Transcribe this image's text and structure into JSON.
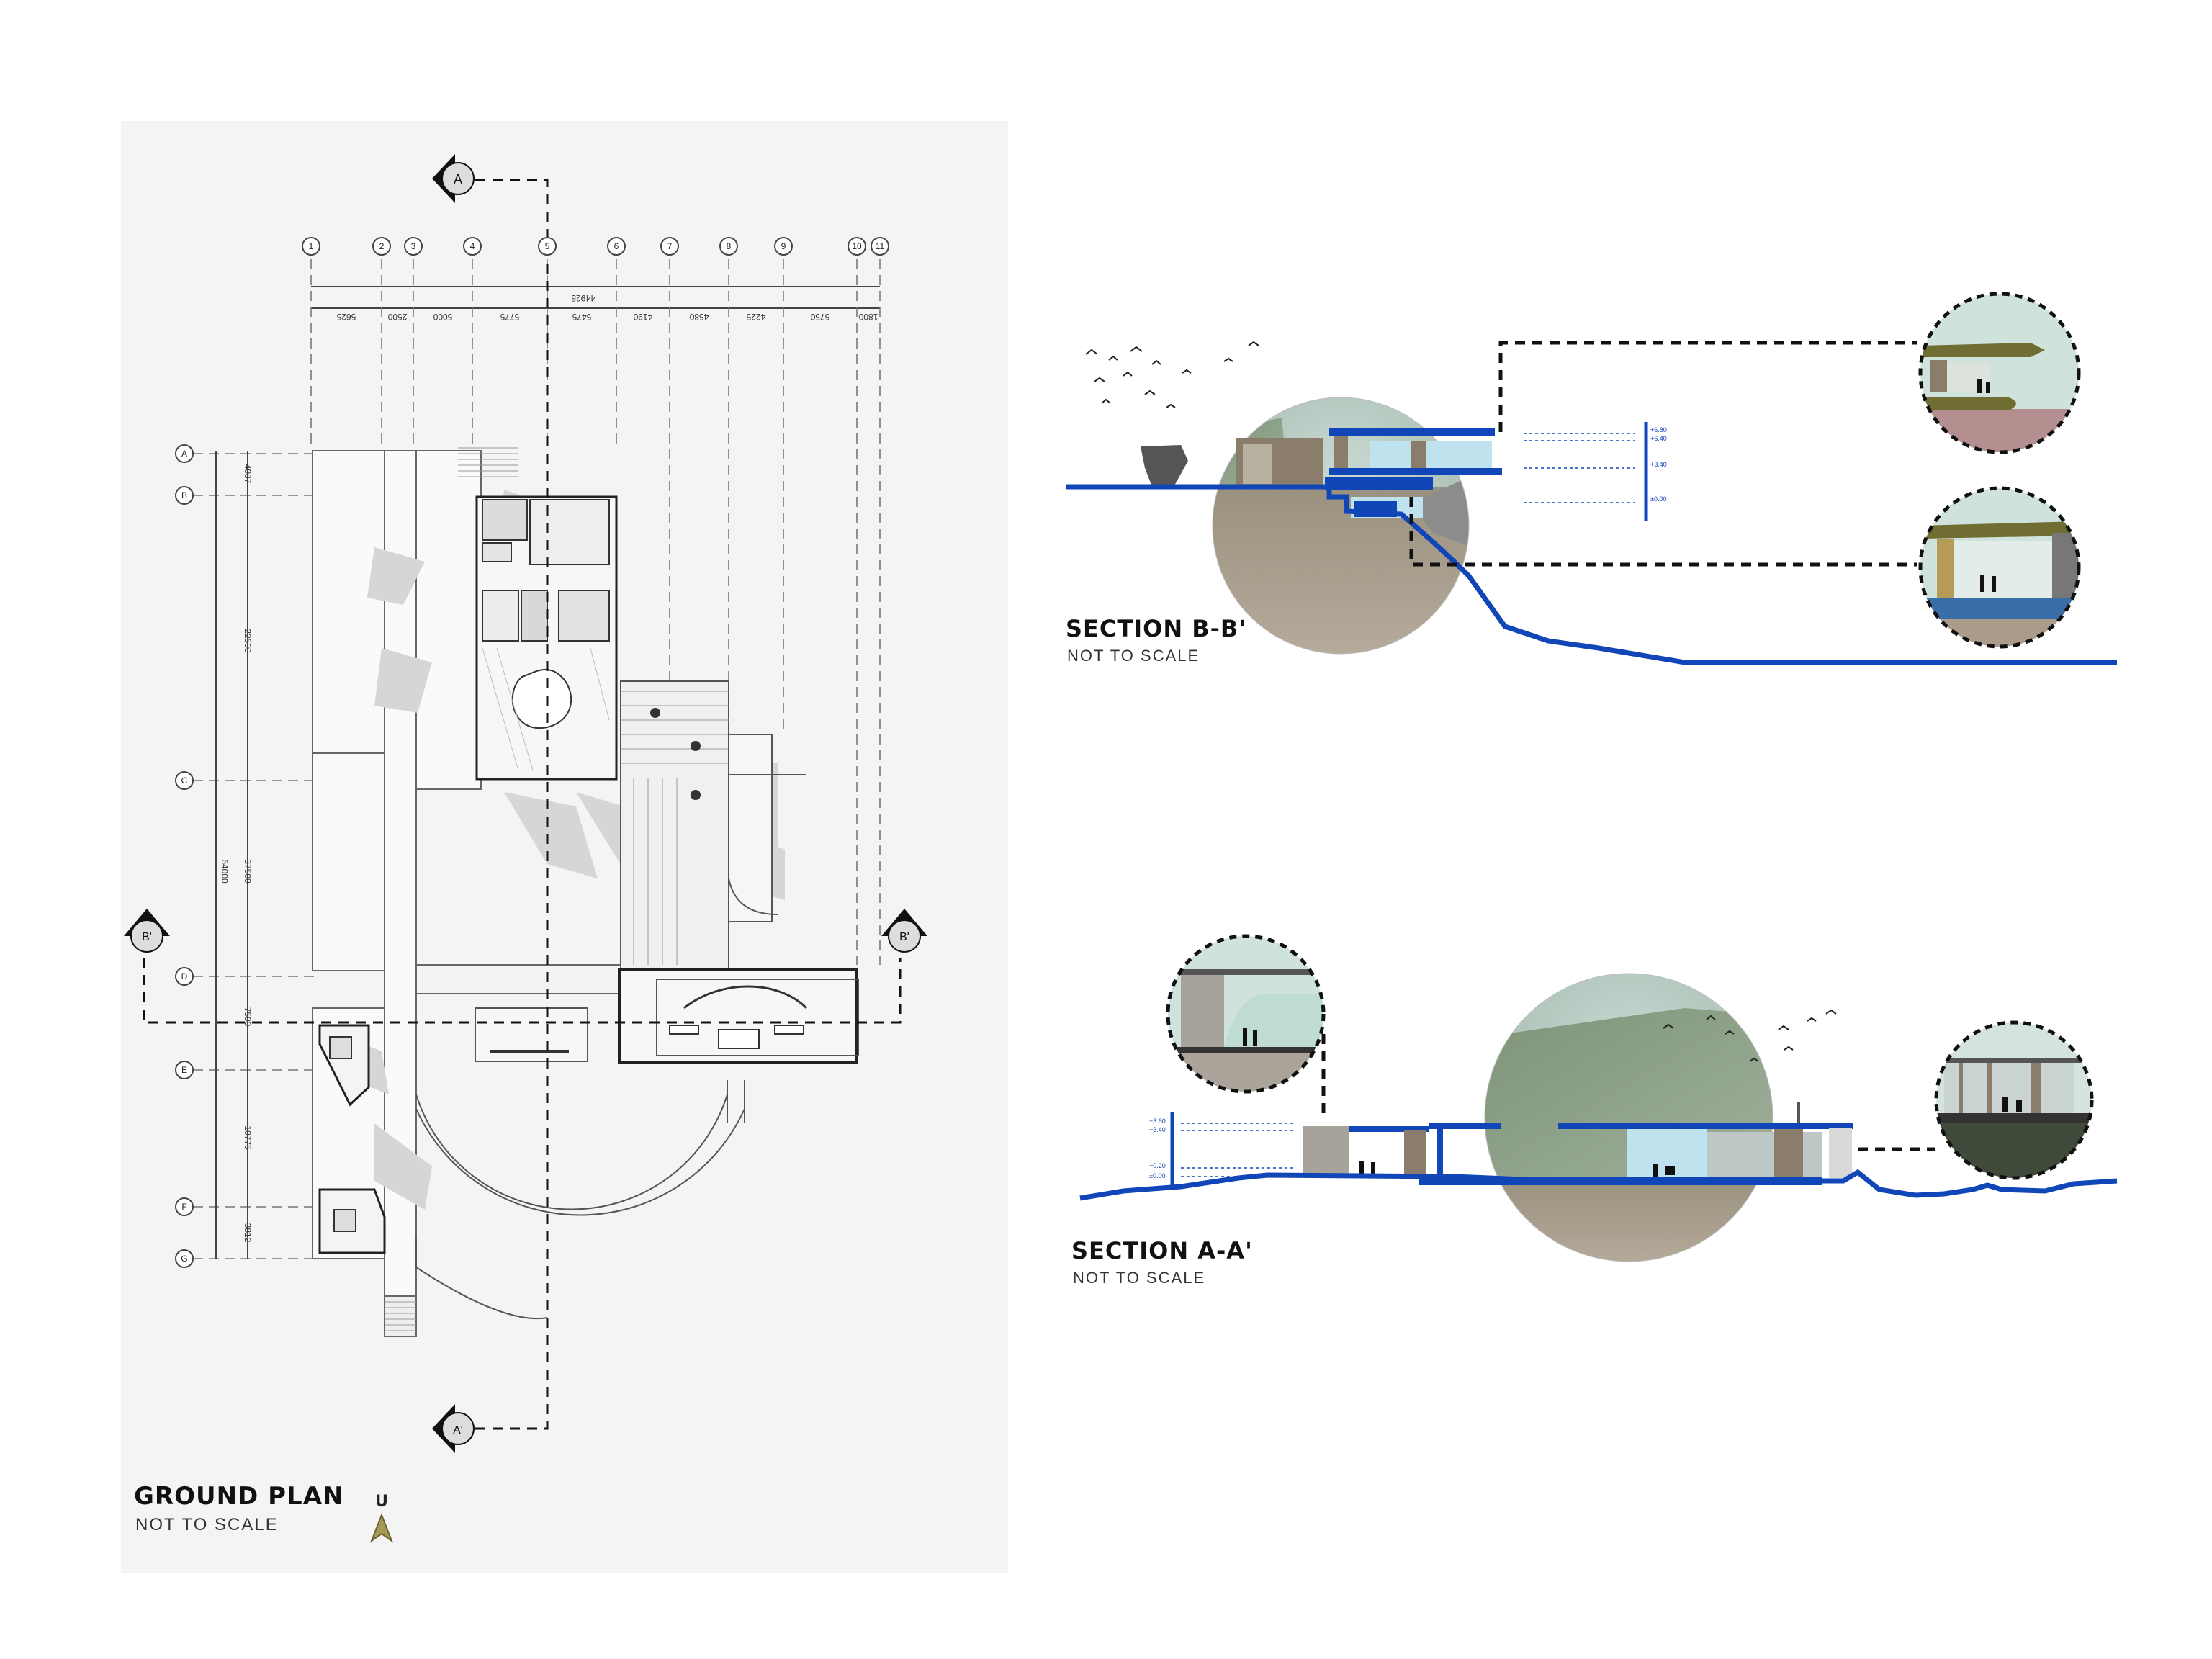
{
  "plan": {
    "title": "GROUND PLAN",
    "subtitle": "NOT TO SCALE",
    "north_label": "U",
    "grid_cols": [
      "1",
      "2",
      "3",
      "4",
      "5",
      "6",
      "7",
      "8",
      "9",
      "10",
      "11"
    ],
    "grid_rows": [
      "A",
      "B",
      "C",
      "D",
      "E",
      "F",
      "G"
    ],
    "dims_top": [
      "5625",
      "2500",
      "5000",
      "5775",
      "5475",
      "4190",
      "4580",
      "4225",
      "5750",
      "1800"
    ],
    "dim_total_top": "44925",
    "dims_left": [
      "4087",
      "22500",
      "37500",
      "7500",
      "10775",
      "3812"
    ],
    "dim_total_left": "64000",
    "section_marks": {
      "a_top": "A",
      "a_bottom": "A'",
      "b_left": "B'",
      "b_right": "B'"
    }
  },
  "section_bb": {
    "title": "SECTION B-B'",
    "subtitle": "NOT TO SCALE",
    "levels": [
      "+6.80",
      "+6.40",
      "+3.40",
      "±0.00"
    ]
  },
  "section_aa": {
    "title": "SECTION A-A'",
    "subtitle": "NOT TO SCALE",
    "levels": [
      "+3.60",
      "+3.40",
      "+0.20",
      "±0.00"
    ]
  },
  "colors": {
    "ground_line": "#1146b8",
    "sheet_bg": "#f4f4f4",
    "sky": "#b9ccc4",
    "earth": "#a79c8d",
    "wood": "#8a7d6b",
    "glass": "#bfe3ee"
  }
}
